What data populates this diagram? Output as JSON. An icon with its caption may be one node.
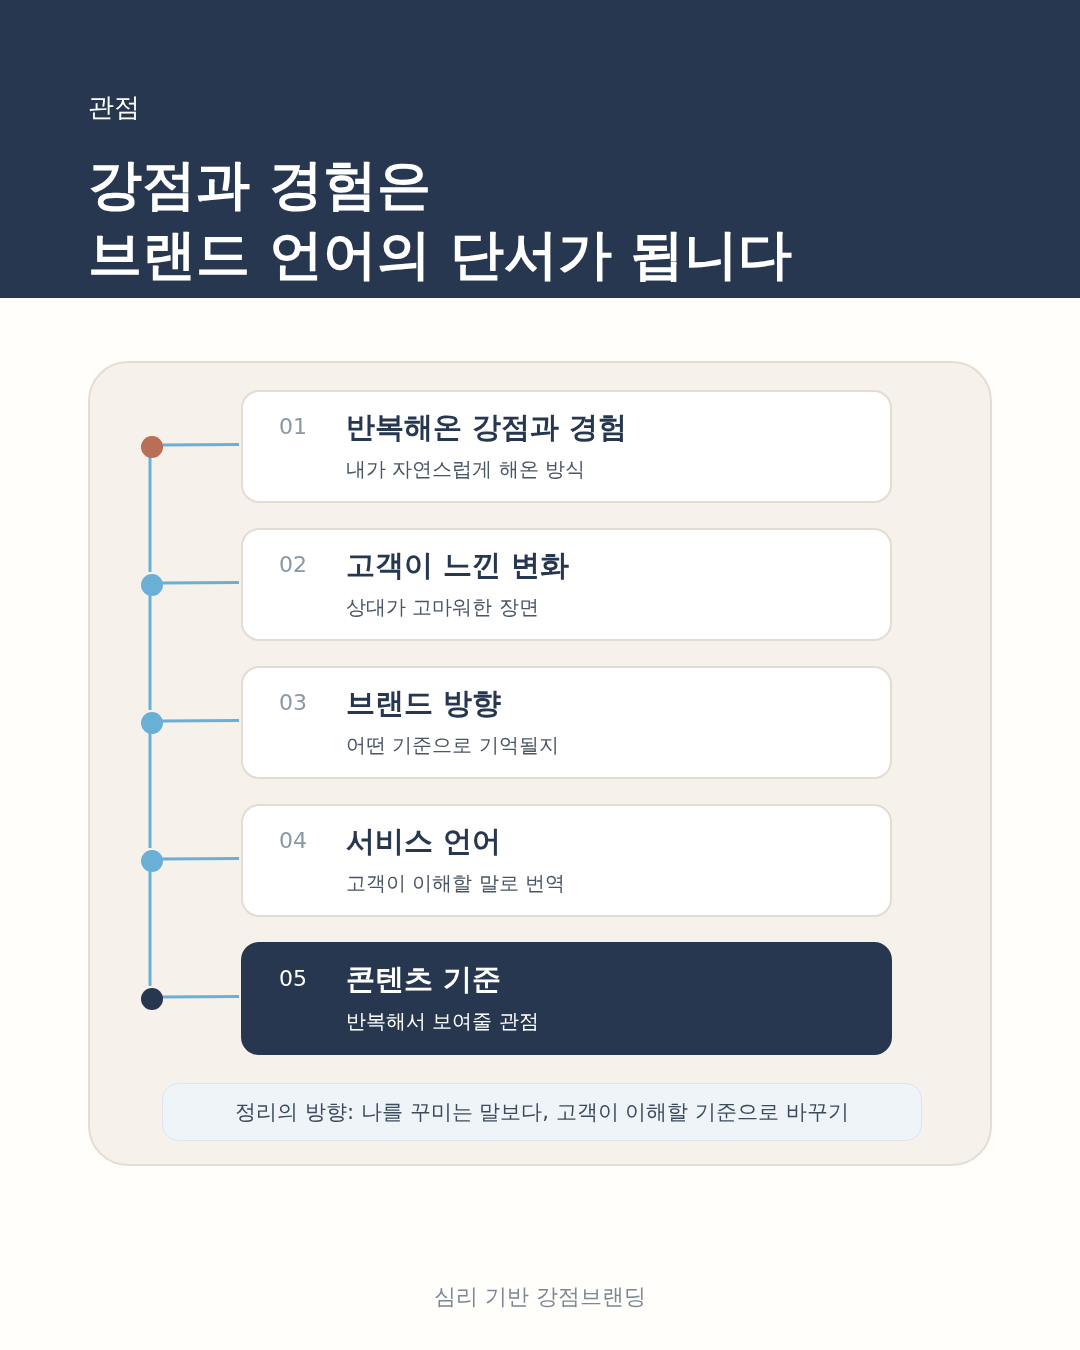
{
  "diagram": {
    "title": "강점과 경험은 브랜드 언어의 단서가 됩니다",
    "nodes": [
      {
        "text": [],
        "shape": "box"
      },
      {
        "text": [],
        "shape": "circle",
        "in": 0
      },
      {
        "text": [],
        "shape": "circle",
        "in": 0
      },
      {
        "text": [],
        "shape": "circle",
        "in": 0
      },
      {
        "text": [],
        "shape": "circle",
        "in": 0
      },
      {
        "text": [],
        "shape": "circle",
        "in": 0
      },
      {
        "text": [
          "01",
          "반복해온 강점과 경험",
          "내가 자연스럽게 해온 방식"
        ],
        "in": 0
      },
      {
        "text": [
          "02",
          "고객이 느낀 변화",
          "상대가 고마워한 장면"
        ],
        "in": 0
      },
      {
        "text": [
          "03",
          "브랜드 방향",
          "어떤 기준으로 기억될지"
        ],
        "in": 0
      },
      {
        "text": [
          "04",
          "서비스 언어",
          "고객이 이해할 말로 번역"
        ],
        "in": 0
      },
      {
        "text": [
          "05",
          "콘텐츠 기준",
          "반복해서 보여줄 관점"
        ],
        "in": 0
      },
      {
        "text": [
          "정리의 방향: 나를 꾸미는 말보다, 고객이 이해할 기준으로 바꾸기"
        ],
        "in": 0
      }
    ],
    "edges": [
      {
        "from": 1,
        "to": 6,
        "arrow": "none"
      },
      {
        "from": 2,
        "to": 7,
        "arrow": "none"
      },
      {
        "from": 3,
        "to": 8,
        "arrow": "none"
      },
      {
        "from": 4,
        "to": 9,
        "arrow": "none"
      },
      {
        "from": 5,
        "to": 10,
        "arrow": "none"
      },
      {
        "from": 1,
        "to": 2,
        "arrow": "none"
      },
      {
        "from": 2,
        "to": 3,
        "arrow": "none"
      },
      {
        "from": 3,
        "to": 4,
        "arrow": "none"
      },
      {
        "from": 4,
        "to": 5,
        "arrow": "none"
      }
    ],
    "labels": [
      "관점",
      "심리 기반 강점브랜딩"
    ]
  }
}
